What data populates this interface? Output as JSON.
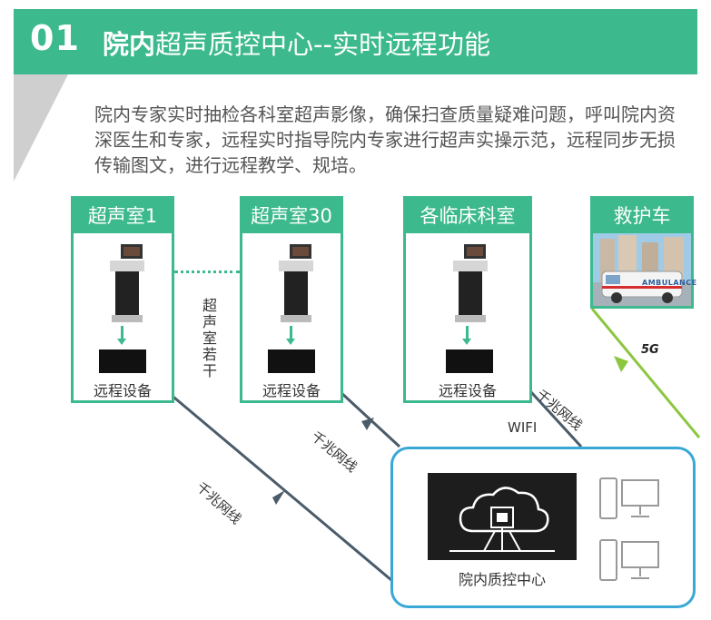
{
  "header": {
    "number": "01",
    "title_bold": "院内",
    "title_rest": "超声质控中心--实时远程功能"
  },
  "intro": "院内专家实时抽检各科室超声影像，确保扫查质量疑难问题，呼叫院内资深医生和专家，远程实时指导院内专家进行超声实操示范，远程同步无损传输图文，进行远程教学、规培。",
  "rooms": [
    {
      "title": "超声室1",
      "device_label": "远程设备"
    },
    {
      "title": "超声室30",
      "device_label": "远程设备"
    },
    {
      "title": "各临床科室",
      "device_label": "远程设备"
    }
  ],
  "ambulance": {
    "title": "救护车",
    "vehicle_text": "AMBULANCE",
    "network_badge": "5G"
  },
  "multi_rooms_note": "超声室若干",
  "links": {
    "gigabit": "千兆网线",
    "wifi": "WIFI"
  },
  "center": {
    "label": "院内质控中心"
  },
  "colors": {
    "accent": "#3cb98d",
    "wire": "#4a5b6a",
    "wireless": "#8cc63f",
    "center_border": "#3aa8d6"
  }
}
